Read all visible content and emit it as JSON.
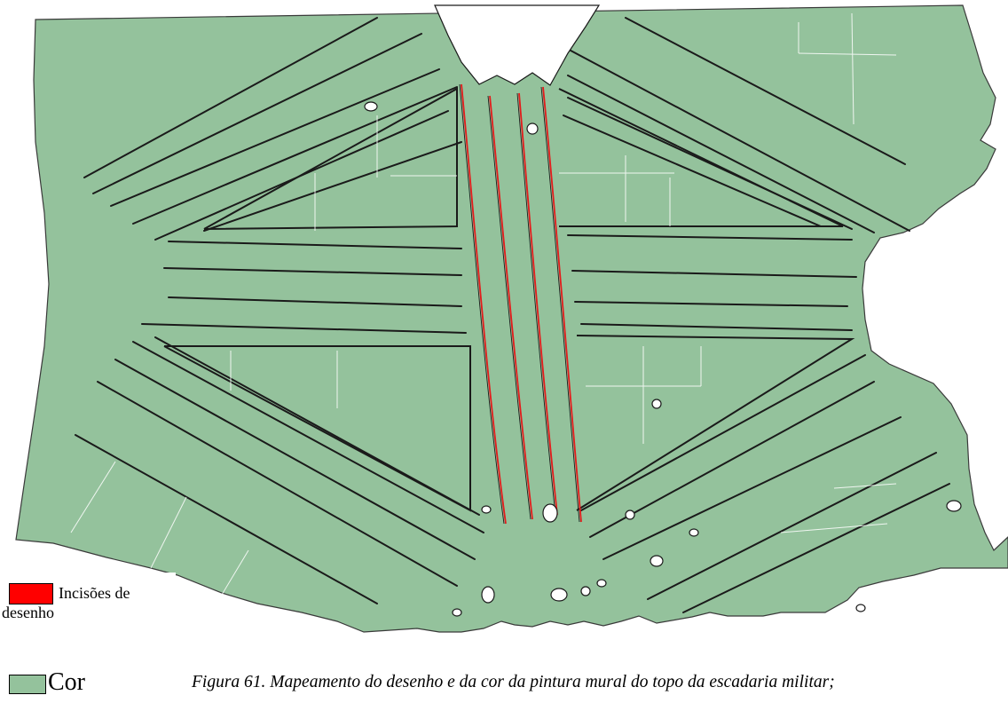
{
  "colors": {
    "cor": "#94c29c",
    "incisoes": "#e31b1b",
    "lines": "#1a1a1a",
    "background": "#ffffff"
  },
  "legend": {
    "incisoes": {
      "label_line1": "Incisões de",
      "label_line2": "desenho",
      "color": "#ff0000"
    },
    "cor": {
      "label": "Cor",
      "color": "#94c29c"
    }
  },
  "caption": "Figura 61. Mapeamento do desenho e da cor da pintura mural do topo da escadaria militar;"
}
